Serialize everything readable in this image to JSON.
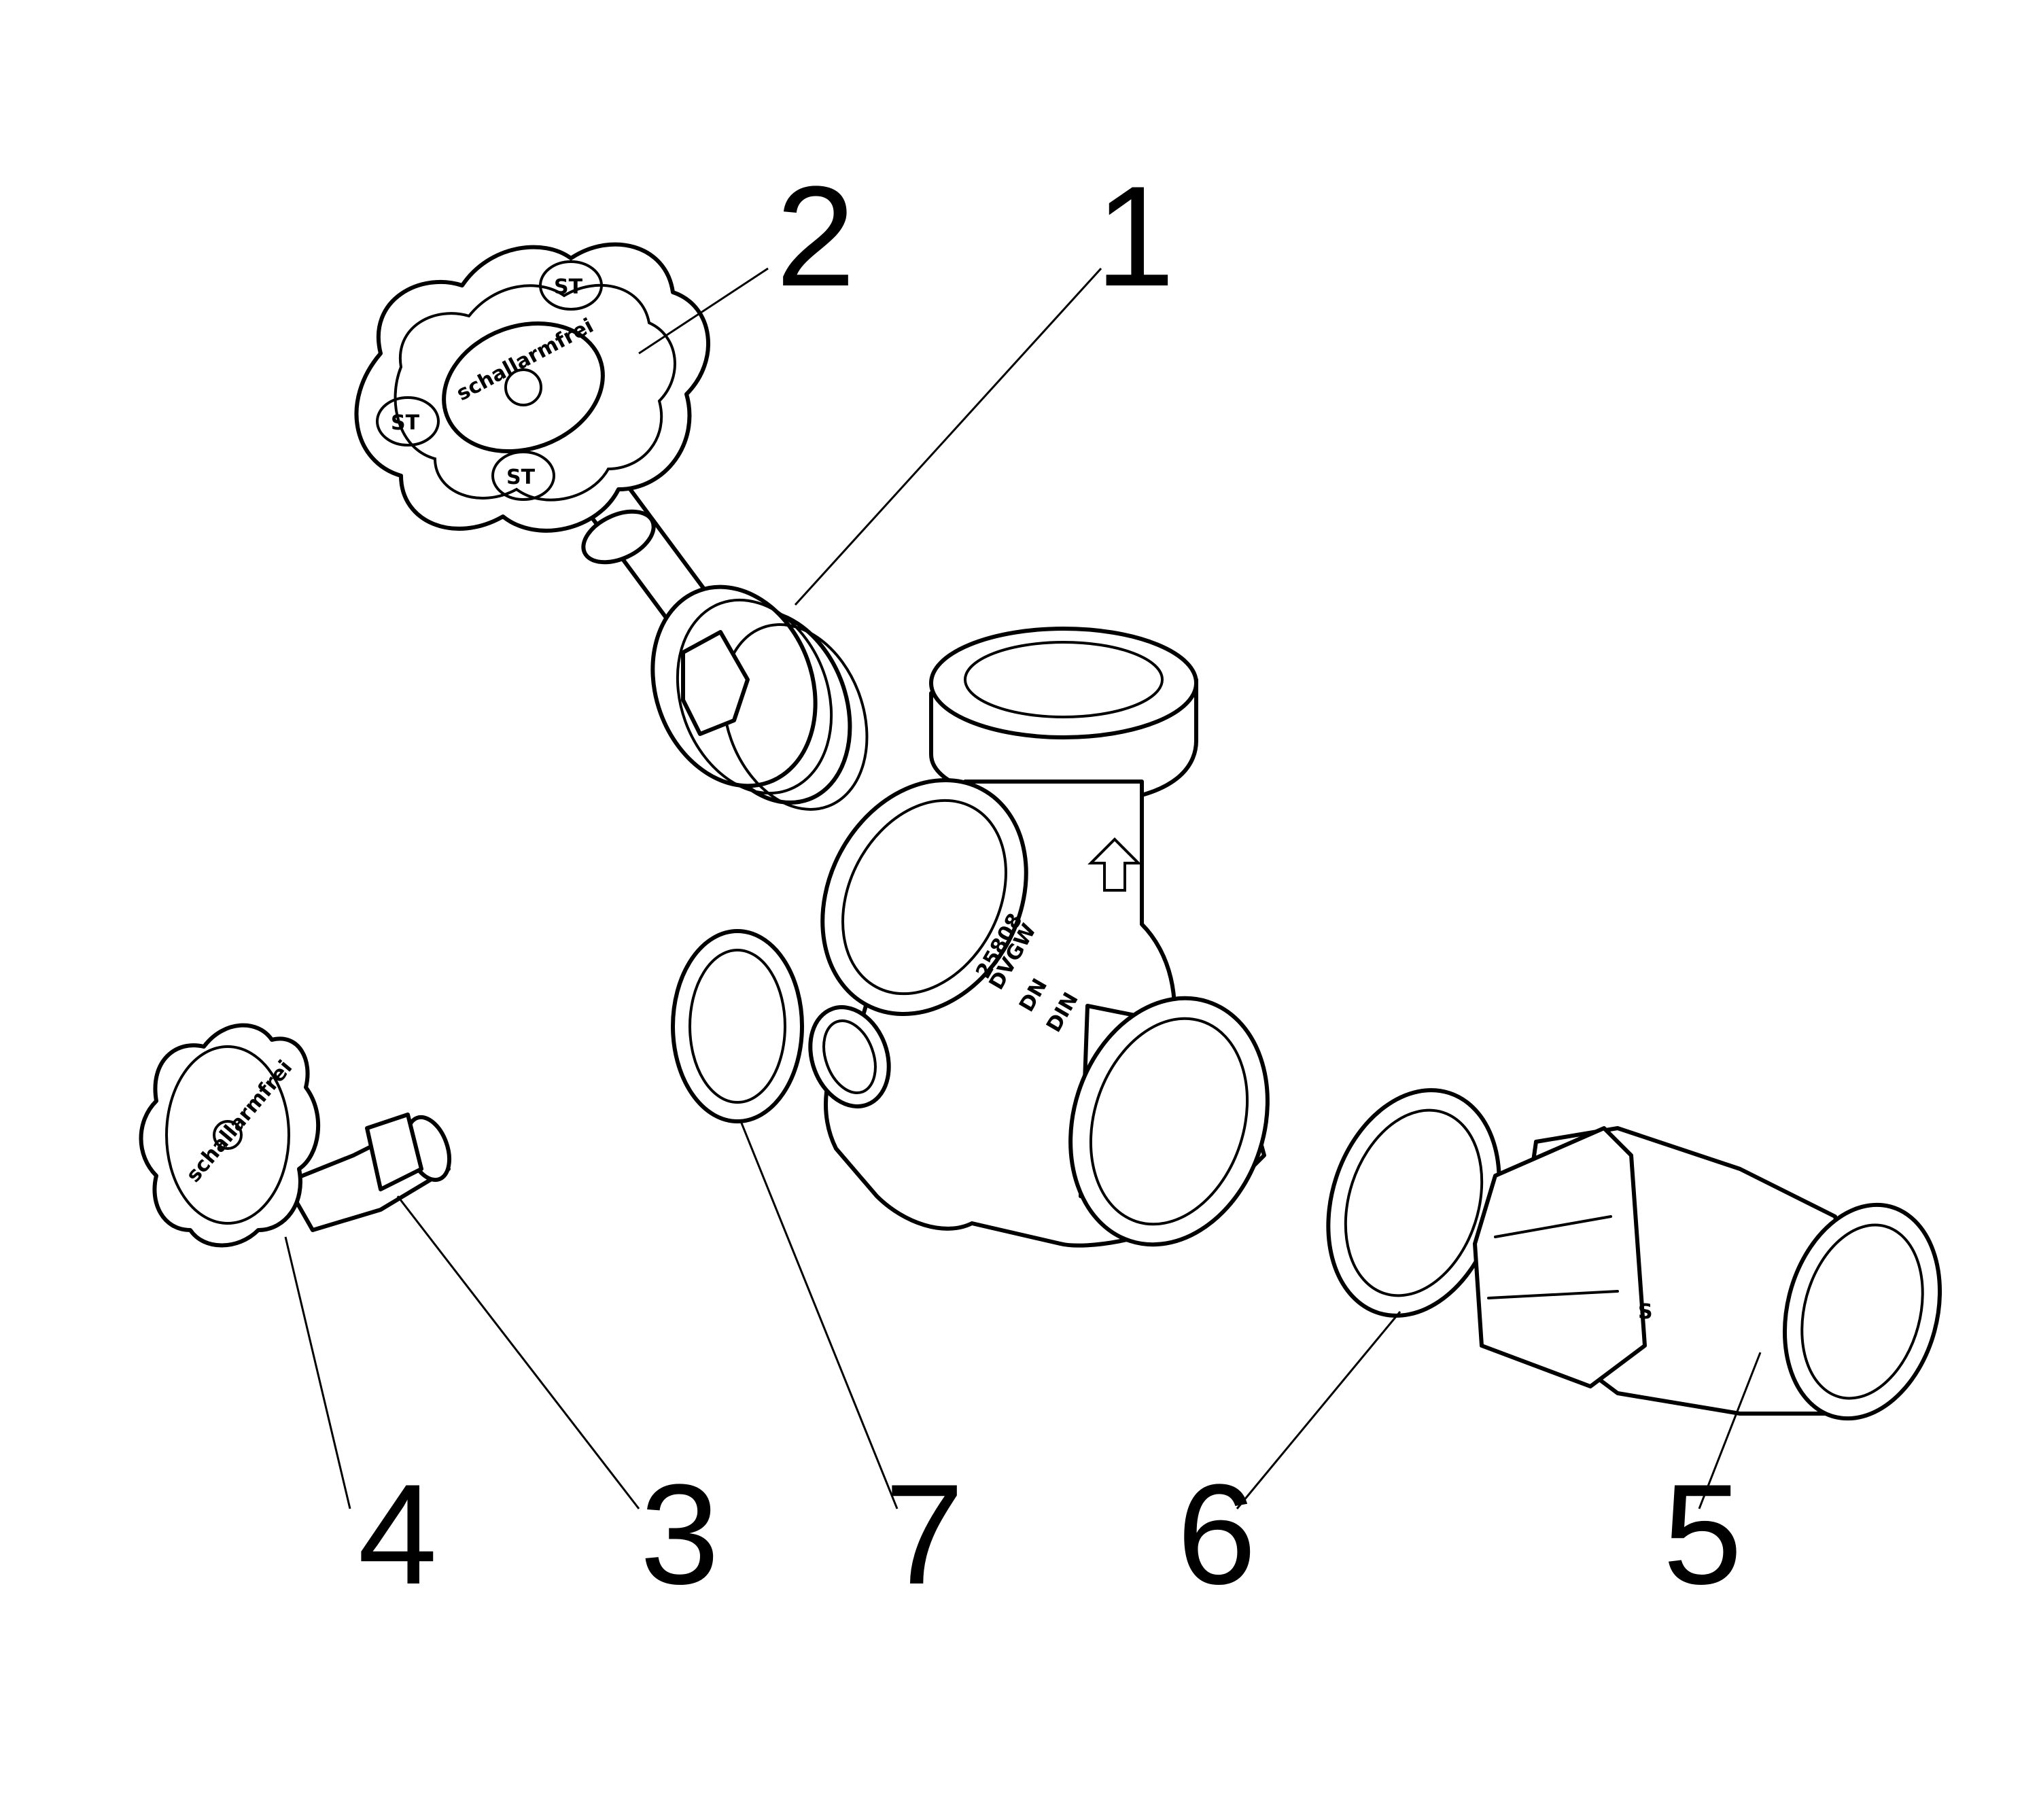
{
  "diagram": {
    "callouts": [
      {
        "id": "1",
        "label": "1"
      },
      {
        "id": "2",
        "label": "2"
      },
      {
        "id": "3",
        "label": "3"
      },
      {
        "id": "4",
        "label": "4"
      },
      {
        "id": "5",
        "label": "5"
      },
      {
        "id": "6",
        "label": "6"
      },
      {
        "id": "7",
        "label": "7"
      }
    ],
    "markings": {
      "handwheel_text": "schallarmfrei",
      "handwheel_logo": "ST",
      "body_line_1": "25808",
      "body_line_2": "DVGW",
      "body_line_3": "DN",
      "body_line_4": "DIN",
      "union_logo": "S"
    }
  }
}
